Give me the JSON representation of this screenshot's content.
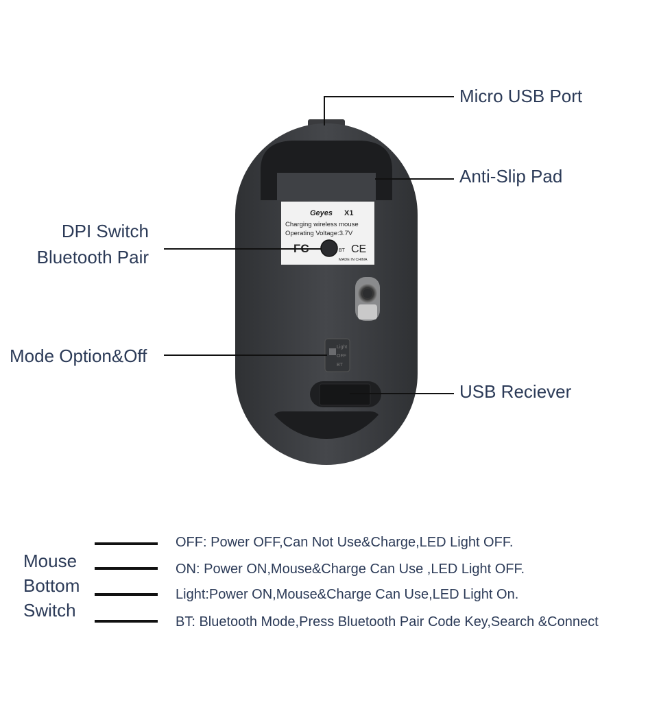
{
  "callouts": {
    "micro_usb": "Micro USB Port",
    "anti_slip": "Anti-Slip Pad",
    "dpi_line1": "DPI Switch",
    "dpi_line2": "Bluetooth Pair",
    "mode": "Mode Option&Off",
    "usb_receiver": "USB Reciever"
  },
  "sticker": {
    "brand": "Geyes",
    "model": "X1",
    "line1": "Charging wireless mouse",
    "line2": "Operating Voltage:3.7V",
    "fcc": "FC",
    "ce": "CE",
    "bt": "BT",
    "made": "MADE IN CHINA"
  },
  "switch_labels": [
    "Light",
    "OFF",
    "BT"
  ],
  "bottom_switch": {
    "title_lines": [
      "Mouse",
      "Bottom",
      "Switch"
    ],
    "modes": [
      "OFF:  Power OFF,Can Not Use&Charge,LED Light OFF.",
      "ON: Power ON,Mouse&Charge Can Use ,LED Light OFF.",
      "Light:Power ON,Mouse&Charge Can Use,LED Light On.",
      "BT: Bluetooth Mode,Press Bluetooth Pair Code Key,Search &Connect"
    ]
  },
  "colors": {
    "text": "#2b3a57",
    "mouse_body": "#3c3e42",
    "pad": "#1c1d1f",
    "line": "#111111"
  }
}
